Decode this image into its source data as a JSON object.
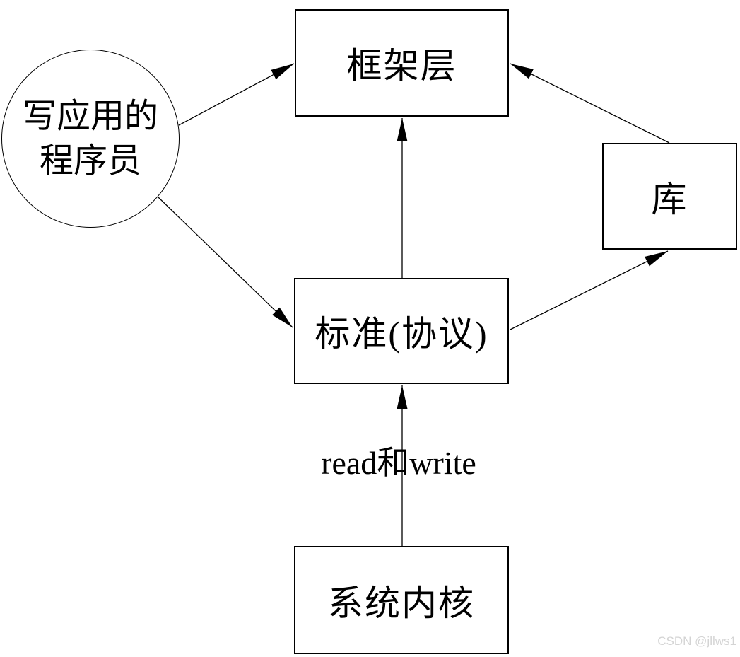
{
  "diagram": {
    "nodes": {
      "programmer": {
        "label": "写应用的\n程序员",
        "shape": "circle"
      },
      "framework": {
        "label": "框架层",
        "shape": "rect"
      },
      "library": {
        "label": "库",
        "shape": "rect"
      },
      "standard": {
        "label": "标准(协议)",
        "shape": "rect"
      },
      "kernel": {
        "label": "系统内核",
        "shape": "rect"
      }
    },
    "edges": [
      {
        "from": "programmer",
        "to": "framework",
        "label": ""
      },
      {
        "from": "library",
        "to": "framework",
        "label": ""
      },
      {
        "from": "standard",
        "to": "framework",
        "label": ""
      },
      {
        "from": "programmer",
        "to": "standard",
        "label": ""
      },
      {
        "from": "standard",
        "to": "library",
        "label": ""
      },
      {
        "from": "kernel",
        "to": "standard",
        "label": "read和write"
      }
    ],
    "edge_labels": {
      "read_write": "read和write"
    },
    "colors": {
      "line": "#000000",
      "text": "#000000",
      "background": "#ffffff",
      "watermark": "#d4d4d4"
    }
  },
  "watermark": {
    "text": "CSDN @jllws1"
  }
}
